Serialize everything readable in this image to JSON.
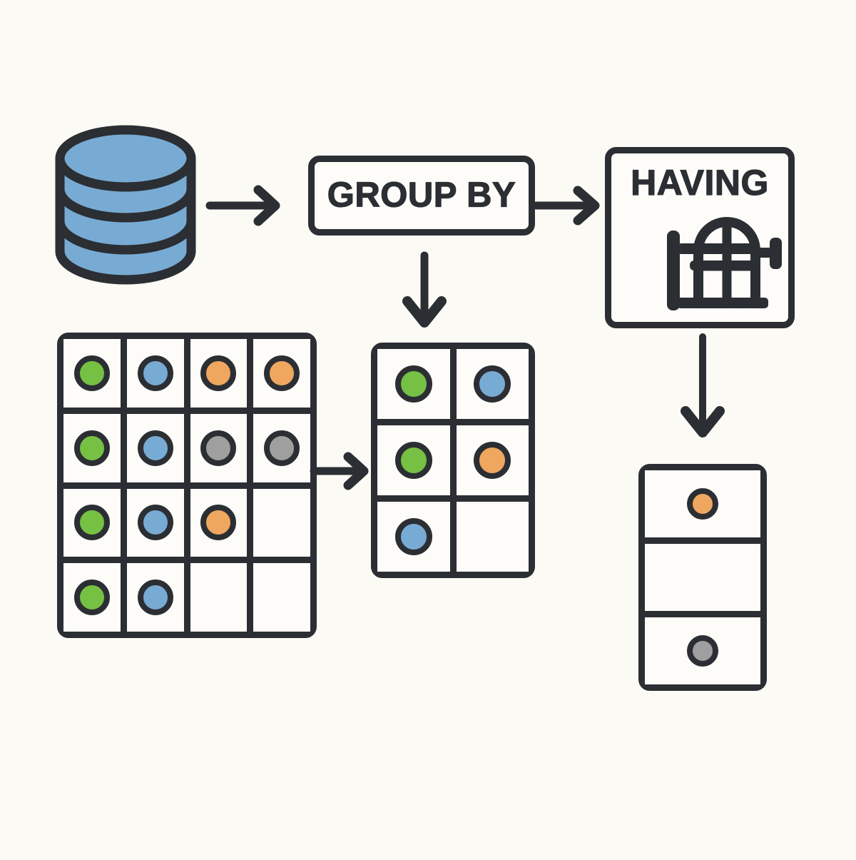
{
  "diagram": {
    "title": "SQL GROUP BY and HAVING pipeline",
    "background_color": "#fbfaf5",
    "stroke_color": "#2b2e33"
  },
  "palette": {
    "green": "#76c043",
    "blue": "#78abd3",
    "orange": "#efa75f",
    "gray": "#9f9f9f",
    "db_blue": "#78abd3",
    "dark": "#2b2e33",
    "cell": "#fdfcf8"
  },
  "nodes": {
    "database": {
      "icon": "database-cylinder-icon",
      "label": ""
    },
    "group_by": {
      "label": "GROUP BY"
    },
    "having": {
      "label": "HAVING",
      "icon": "gate-filter-icon"
    }
  },
  "arrows": [
    {
      "name": "arrow-db-to-groupby",
      "direction": "right"
    },
    {
      "name": "arrow-groupby-to-having",
      "direction": "right"
    },
    {
      "name": "arrow-groupby-down",
      "direction": "down"
    },
    {
      "name": "arrow-source-to-grouped",
      "direction": "right"
    },
    {
      "name": "arrow-having-down",
      "direction": "down"
    }
  ],
  "source_table": {
    "name": "source-data-table",
    "rows": 4,
    "cols": 4,
    "cells": [
      [
        "green",
        "blue",
        "orange",
        "orange"
      ],
      [
        "green",
        "blue",
        "gray",
        "gray"
      ],
      [
        "green",
        "blue",
        "orange",
        null
      ],
      [
        "green",
        "blue",
        null,
        null
      ]
    ]
  },
  "grouped_table": {
    "name": "grouped-data-table",
    "rows": 3,
    "cols": 2,
    "cells": [
      [
        "green",
        "blue"
      ],
      [
        "green",
        "orange"
      ],
      [
        "blue",
        null
      ]
    ]
  },
  "result_table": {
    "name": "having-result-table",
    "rows": 3,
    "cols": 1,
    "cells": [
      [
        "orange"
      ],
      [
        null
      ],
      [
        "gray"
      ]
    ]
  }
}
